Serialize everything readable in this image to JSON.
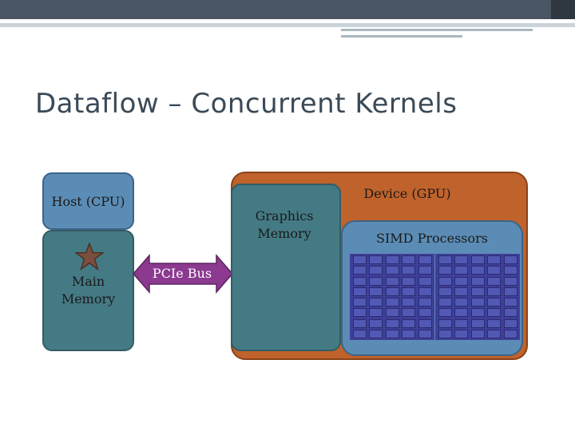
{
  "slide": {
    "title": "Dataflow – Concurrent Kernels"
  },
  "host": {
    "label": "Host (CPU)",
    "main_memory_label_line1": "Main",
    "main_memory_label_line2": "Memory"
  },
  "device": {
    "label": "Device (GPU)",
    "graphics_memory_line1": "Graphics",
    "graphics_memory_line2": "Memory",
    "simd_label": "SIMD Processors",
    "simd_block_count": 2,
    "simd_grid_rows": 8,
    "simd_grid_cols": 5
  },
  "bus": {
    "label": "PCIe Bus"
  },
  "colors": {
    "header_bar": "#4a5663",
    "host_box": "#5b8cb5",
    "memory_box": "#447a84",
    "device_box": "#c0622b",
    "arrow": "#8b3a8f",
    "star": "#7a4f3f",
    "processor_cell": "#5159b4"
  },
  "icons": {
    "star": "star-icon",
    "arrow": "double-arrow-icon"
  }
}
